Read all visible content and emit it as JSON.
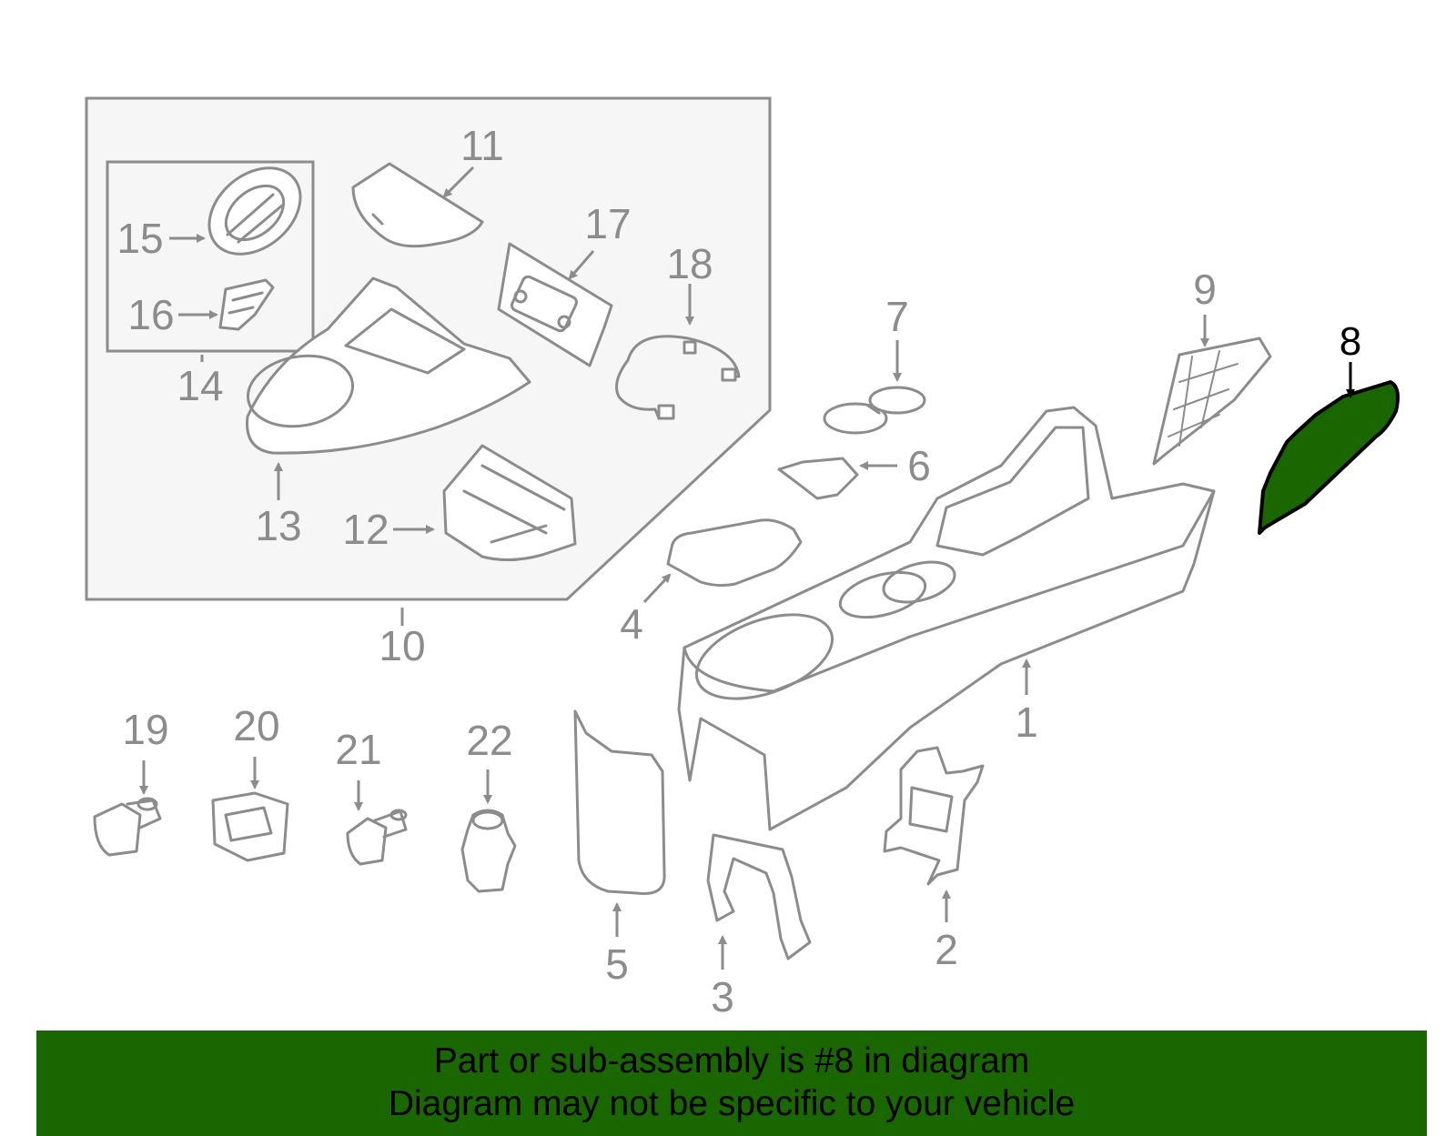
{
  "diagram": {
    "highlight_color": "#1a6600",
    "highlighted_part": "8",
    "callouts": [
      {
        "id": "c1",
        "label": "1"
      },
      {
        "id": "c2",
        "label": "2"
      },
      {
        "id": "c3",
        "label": "3"
      },
      {
        "id": "c4",
        "label": "4"
      },
      {
        "id": "c5",
        "label": "5"
      },
      {
        "id": "c6",
        "label": "6"
      },
      {
        "id": "c7",
        "label": "7"
      },
      {
        "id": "c8",
        "label": "8"
      },
      {
        "id": "c9",
        "label": "9"
      },
      {
        "id": "c10",
        "label": "10"
      },
      {
        "id": "c11",
        "label": "11"
      },
      {
        "id": "c12",
        "label": "12"
      },
      {
        "id": "c13",
        "label": "13"
      },
      {
        "id": "c14",
        "label": "14"
      },
      {
        "id": "c15",
        "label": "15"
      },
      {
        "id": "c16",
        "label": "16"
      },
      {
        "id": "c17",
        "label": "17"
      },
      {
        "id": "c18",
        "label": "18"
      },
      {
        "id": "c19",
        "label": "19"
      },
      {
        "id": "c20",
        "label": "20"
      },
      {
        "id": "c21",
        "label": "21"
      },
      {
        "id": "c22",
        "label": "22"
      }
    ]
  },
  "banner": {
    "line1": "Part or sub-assembly is #8 in diagram",
    "line2": "Diagram may not be specific to your vehicle",
    "background": "#1a6600"
  }
}
